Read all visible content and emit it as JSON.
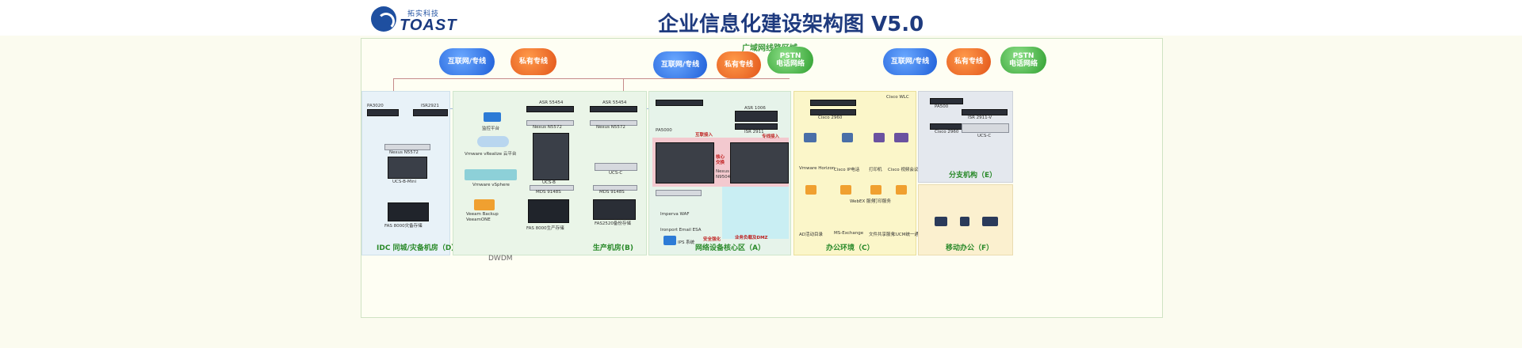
{
  "header": {
    "logo_cn": "拓实科技",
    "logo_en": "TOAST",
    "title": "企业信息化建设架构图 V5.0"
  },
  "wan_zone": {
    "label": "广域网线路区域"
  },
  "clouds": [
    {
      "id": "c1",
      "label": "互联网/专线",
      "color": "blue"
    },
    {
      "id": "c2",
      "label": "私有专线",
      "color": "orange"
    },
    {
      "id": "c3",
      "label": "互联网/专线",
      "color": "blue"
    },
    {
      "id": "c4",
      "label": "私有专线",
      "color": "orange"
    },
    {
      "id": "c5",
      "label": "PSTN\n电话网络",
      "color": "green"
    },
    {
      "id": "c6",
      "label": "互联网/专线",
      "color": "blue"
    },
    {
      "id": "c7",
      "label": "私有专线",
      "color": "orange"
    },
    {
      "id": "c8",
      "label": "PSTN\n电话网络",
      "color": "green"
    }
  ],
  "zones": {
    "idc": "IDC 同城/灾备机房（D）",
    "prod": "生产机房(B)",
    "core": "网络设备核心区（A）",
    "office": "办公环境（C）",
    "branch": "分支机构（E）",
    "mobile": "移动办公（F）",
    "dwdm": "DWDM",
    "dmz": "业务负载及DMZ",
    "core_switch": "核心\n交换",
    "internet_in": "互联接入",
    "private_in": "专线接入",
    "security": "安全强化"
  },
  "devices": {
    "pa3020": "PA3020",
    "isr2921": "ISR2921",
    "nexus_n5572a": "Nexus N5572",
    "ucs_b_mini": "UCS-B-Mini",
    "fas8000_dr": "FAS 8000灾备存储",
    "asr1": "ASR 55454",
    "asr2": "ASR 55454",
    "nexus_b1": "Nexus N5572",
    "nexus_b2": "Nexus N5572",
    "monitor": "监控平台",
    "vrealize": "Vmware vRealize 云平台",
    "vsphere": "Vmware vSphere",
    "ucs_b": "UCS-B",
    "ucs_c": "UCS-C",
    "mds1": "MDS 9148S",
    "mds2": "MDS 9148S",
    "veeam": "Veeam Backup\nVeeamONE",
    "fas8000_prod": "FAS 8000生产存储",
    "fas2520": "FAS2520备份存储",
    "pa5000": "PA5000",
    "asr1006": "ASR 1006",
    "isr2911": "ISR 2911",
    "nexus_n9504": "Nexus\nN9504",
    "imperva": "Imperva WAF",
    "ironport": "Ironport Email ESA",
    "ips": "IPS 系统",
    "vmware_horizon": "Vmware Horizon",
    "cisco_ip_phone": "Cisco IP电话",
    "printer": "打印机",
    "cisco_video": "Cisco 视频会议",
    "cisco_wlc": "Cisco WLC",
    "cisco_2960": "Cisco 2960",
    "ad": "AD活动目录",
    "ms_exchange": "MS-Exchange",
    "cucm": "CUCM统一通讯",
    "webex": "WebEX 服务",
    "print_service": "打印服务",
    "file_share": "文件共享服务",
    "pa500": "PA500",
    "isr2911_v": "ISR 2911-V",
    "cisco2960_b": "Cisco 2960",
    "ucs_c_b": "UCS-C"
  }
}
